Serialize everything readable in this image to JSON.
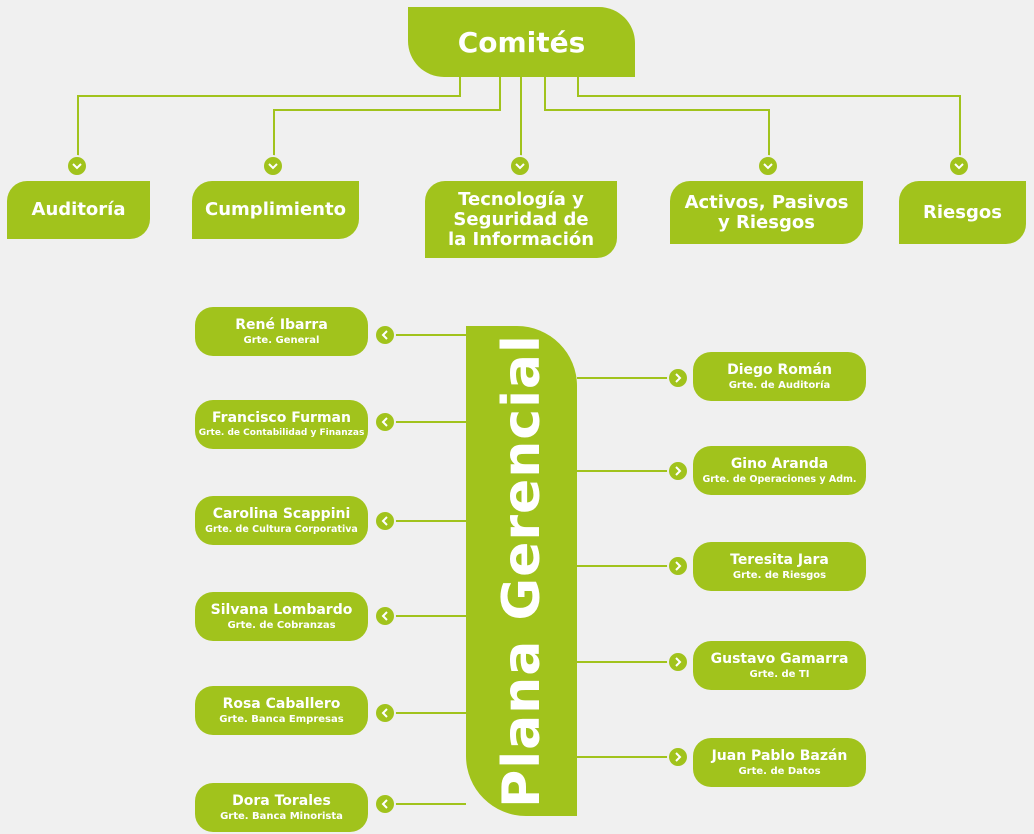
{
  "root": {
    "title": "Comités"
  },
  "committees": [
    {
      "lines": [
        "Auditoría"
      ]
    },
    {
      "lines": [
        "Cumplimiento"
      ]
    },
    {
      "lines": [
        "Tecnología y",
        "Seguridad de",
        "la Información"
      ]
    },
    {
      "lines": [
        "Activos, Pasivos",
        "y Riesgos"
      ]
    },
    {
      "lines": [
        "Riesgos"
      ]
    }
  ],
  "plana": {
    "title": "Plana Gerencial"
  },
  "managers_left": [
    {
      "name": "René Ibarra",
      "role": "Grte. General"
    },
    {
      "name": "Francisco Furman",
      "role": "Grte. de Contabilidad y Finanzas"
    },
    {
      "name": "Carolina Scappini",
      "role": "Grte. de Cultura Corporativa"
    },
    {
      "name": "Silvana Lombardo",
      "role": "Grte. de Cobranzas"
    },
    {
      "name": "Rosa Caballero",
      "role": "Grte. Banca Empresas"
    },
    {
      "name": "Dora Torales",
      "role": "Grte. Banca Minorista"
    }
  ],
  "managers_right": [
    {
      "name": "Diego Román",
      "role": "Grte. de Auditoría"
    },
    {
      "name": "Gino Aranda",
      "role": "Grte. de Operaciones y Adm."
    },
    {
      "name": "Teresita Jara",
      "role": "Grte. de Riesgos"
    },
    {
      "name": "Gustavo Gamarra",
      "role": "Grte. de TI"
    },
    {
      "name": "Juan Pablo Bazán",
      "role": "Grte. de Datos"
    }
  ],
  "colors": {
    "accent": "#a1c31c",
    "background": "#f0f0f0",
    "text": "#ffffff"
  },
  "icons": {
    "committee_connector": "chevron-down-icon",
    "left_connector": "chevron-left-icon",
    "right_connector": "chevron-right-icon"
  }
}
